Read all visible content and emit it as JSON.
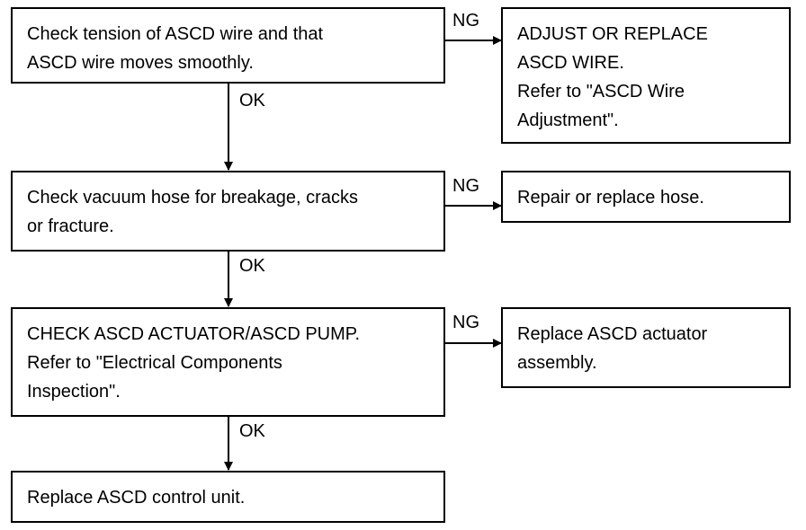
{
  "flowchart": {
    "steps": [
      {
        "check": "Check tension of ASCD wire and that\nASCD wire moves smoothly.",
        "ng_label": "NG",
        "ng_action": "ADJUST OR REPLACE\nASCD WIRE.\nRefer to \"ASCD Wire\nAdjustment\".",
        "ok_label": "OK"
      },
      {
        "check": "Check vacuum hose for breakage, cracks\nor fracture.",
        "ng_label": "NG",
        "ng_action": "Repair or replace hose.",
        "ok_label": "OK"
      },
      {
        "check": "CHECK ASCD ACTUATOR/ASCD PUMP.\nRefer to \"Electrical Components\nInspection\".",
        "ng_label": "NG",
        "ng_action": "Replace ASCD actuator\nassembly.",
        "ok_label": "OK"
      }
    ],
    "final": "Replace ASCD control unit."
  }
}
